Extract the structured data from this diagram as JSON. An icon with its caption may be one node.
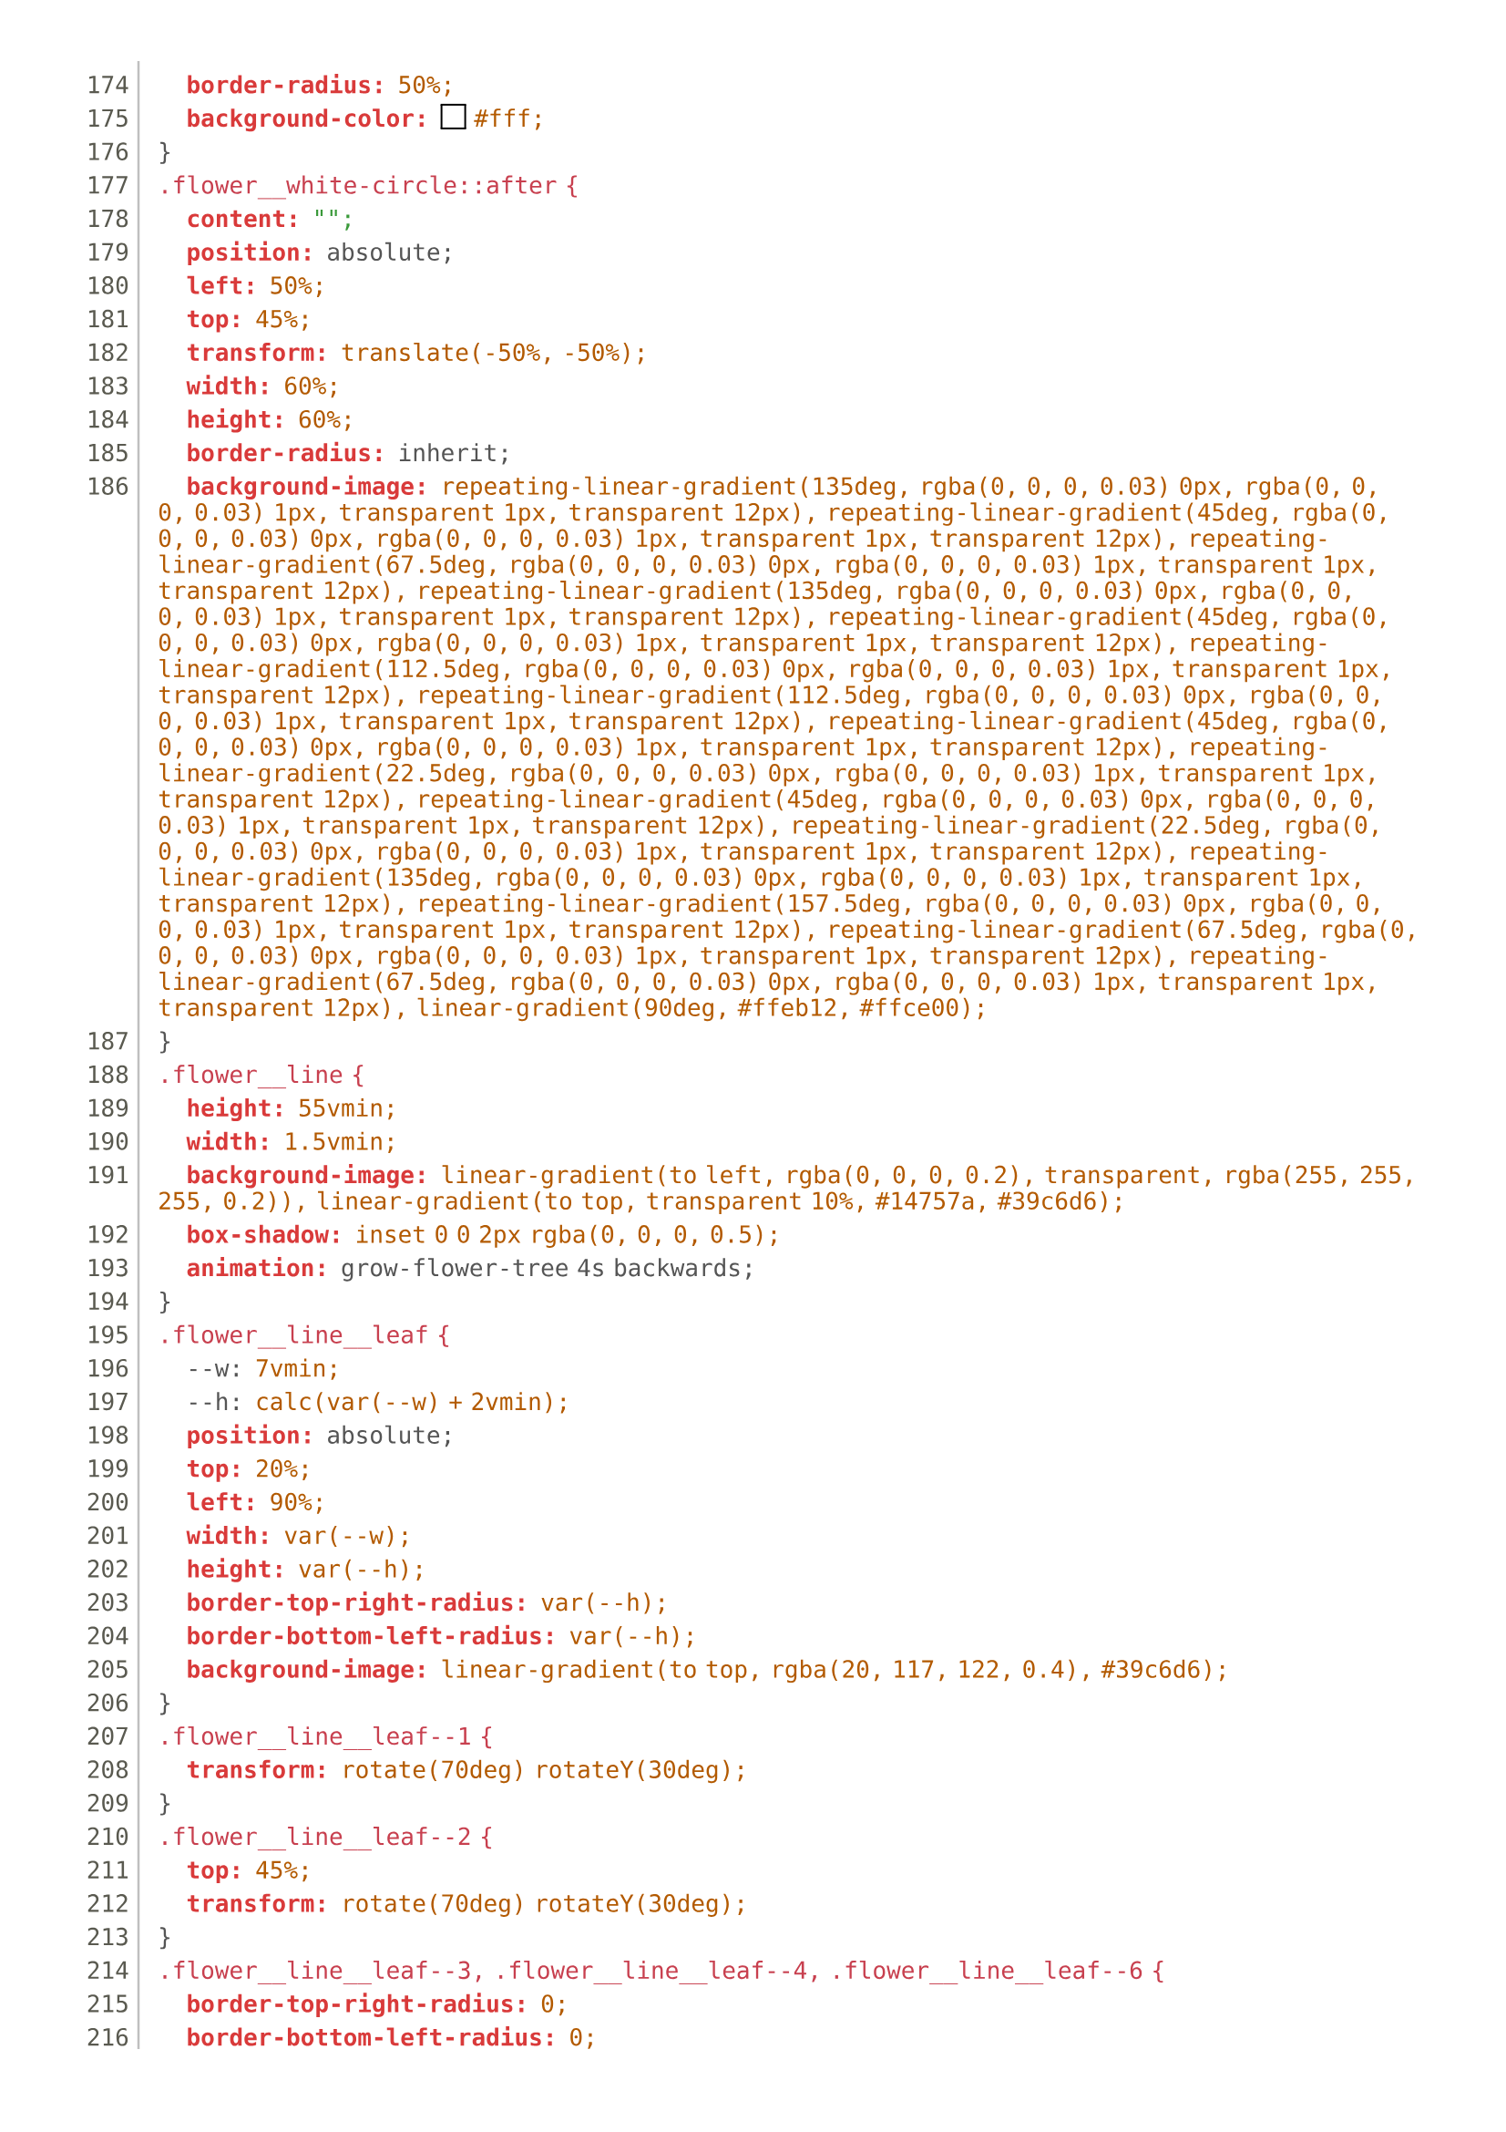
{
  "diagram": {
    "labels": [
      "174",
      "border-radius:",
      "50%;",
      "175",
      "background-color:",
      "#fff;",
      "176",
      "}",
      "177",
      ".flower__white-circle::after {",
      "178",
      "content:",
      "\"\";",
      "179",
      "position:",
      "absolute;",
      "180",
      "left:",
      "50%;",
      "181",
      "top:",
      "45%;",
      "182",
      "transform:",
      "translate(-50%, -50%);",
      "183",
      "width:",
      "60%;",
      "184",
      "height:",
      "60%;",
      "185",
      "border-radius:",
      "inherit;",
      "186",
      "background-image:",
      "repeating-linear-gradient(135deg, rgba(0, 0, 0, 0.03) 0px, rgba(0, 0, 0, 0.03) 1px, transparent 1px, transparent 12px), repeating-linear-gradient(45deg, rgba(0, 0, 0, 0.03) 0px, rgba(0, 0, 0, 0.03) 1px, transparent 1px, transparent 12px), repeating-linear-gradient(67.5deg, rgba(0, 0, 0, 0.03) 0px, rgba(0, 0, 0, 0.03) 1px, transparent 1px, transparent 12px), repeating-linear-gradient(135deg, rgba(0, 0, 0, 0.03) 0px, rgba(0, 0, 0, 0.03) 1px, transparent 1px, transparent 12px), repeating-linear-gradient(45deg, rgba(0, 0, 0, 0.03) 0px, rgba(0, 0, 0, 0.03) 1px, transparent 1px, transparent 12px), repeating-linear-gradient(112.5deg, rgba(0, 0, 0, 0.03) 0px, rgba(0, 0, 0, 0.03) 1px, transparent 1px, transparent 12px), repeating-linear-gradient(112.5deg, rgba(0, 0, 0, 0.03) 0px, rgba(0, 0, 0, 0.03) 1px, transparent 1px, transparent 12px), repeating-linear-gradient(45deg, rgba(0, 0, 0, 0.03) 0px, rgba(0, 0, 0, 0.03) 1px, transparent 1px, transparent 12px), repeating-linear-gradient(22.5deg, rgba(0, 0, 0, 0.03) 0px, rgba(0, 0, 0, 0.03) 1px, transparent 1px, transparent 12px), repeating-linear-gradient(45deg, rgba(0, 0, 0, 0.03) 0px, rgba(0, 0, 0, 0.03) 1px, transparent 1px, transparent 12px), repeating-linear-gradient(22.5deg, rgba(0, 0, 0, 0.03) 0px, rgba(0, 0, 0, 0.03) 1px, transparent 1px, transparent 12px), repeating-linear-gradient(135deg, rgba(0, 0, 0, 0.03) 0px, rgba(0, 0, 0, 0.03) 1px, transparent 1px, transparent 12px), repeating-linear-gradient(157.5deg, rgba(0, 0, 0, 0.03) 0px, rgba(0, 0, 0, 0.03) 1px, transparent 1px, transparent 12px), repeating-linear-gradient(67.5deg, rgba(0, 0, 0, 0.03) 0px, rgba(0, 0, 0, 0.03) 1px, transparent 1px, transparent 12px), repeating-linear-gradient(67.5deg, rgba(0, 0, 0, 0.03) 0px, rgba(0, 0, 0, 0.03) 1px, transparent 1px, transparent 12px), linear-gradient(90deg, #ffeb12, #ffce00);",
      "187",
      "}",
      "188",
      ".flower__line {",
      "189",
      "height:",
      "55vmin;",
      "190",
      "width:",
      "1.5vmin;",
      "191",
      "background-image:",
      "linear-gradient(to left, rgba(0, 0, 0, 0.2), transparent, rgba(255, 255, 255, 0.2)), linear-gradient(to top, transparent 10%, #14757a, #39c6d6);",
      "192",
      "box-shadow:",
      "inset 0 0 2px rgba(0, 0, 0, 0.5);",
      "193",
      "animation:",
      "grow-flower-tree 4s backwards;",
      "194",
      "}",
      "195",
      ".flower__line__leaf {",
      "196",
      "--w:",
      "7vmin;",
      "197",
      "--h:",
      "calc(var(--w) + 2vmin);",
      "198",
      "position:",
      "absolute;",
      "199",
      "top:",
      "20%;",
      "200",
      "left:",
      "90%;",
      "201",
      "width:",
      "var(--w);",
      "202",
      "height:",
      "var(--h);",
      "203",
      "border-top-right-radius:",
      "var(--h);",
      "204",
      "border-bottom-left-radius:",
      "var(--h);",
      "205",
      "background-image:",
      "linear-gradient(to top, rgba(20, 117, 122, 0.4), #39c6d6);",
      "206",
      "}",
      "207",
      ".flower__line__leaf--1 {",
      "208",
      "transform:",
      "rotate(70deg) rotateY(30deg);",
      "209",
      "}",
      "210",
      ".flower__line__leaf--2 {",
      "211",
      "top:",
      "45%;",
      "212",
      "transform:",
      "rotate(70deg) rotateY(30deg);",
      "213",
      "}",
      "214",
      ".flower__line__leaf--3, .flower__line__leaf--4, .flower__line__leaf--6 {",
      "215",
      "border-top-right-radius:",
      "0;",
      "216",
      "border-bottom-left-radius:",
      "0;"
    ]
  }
}
